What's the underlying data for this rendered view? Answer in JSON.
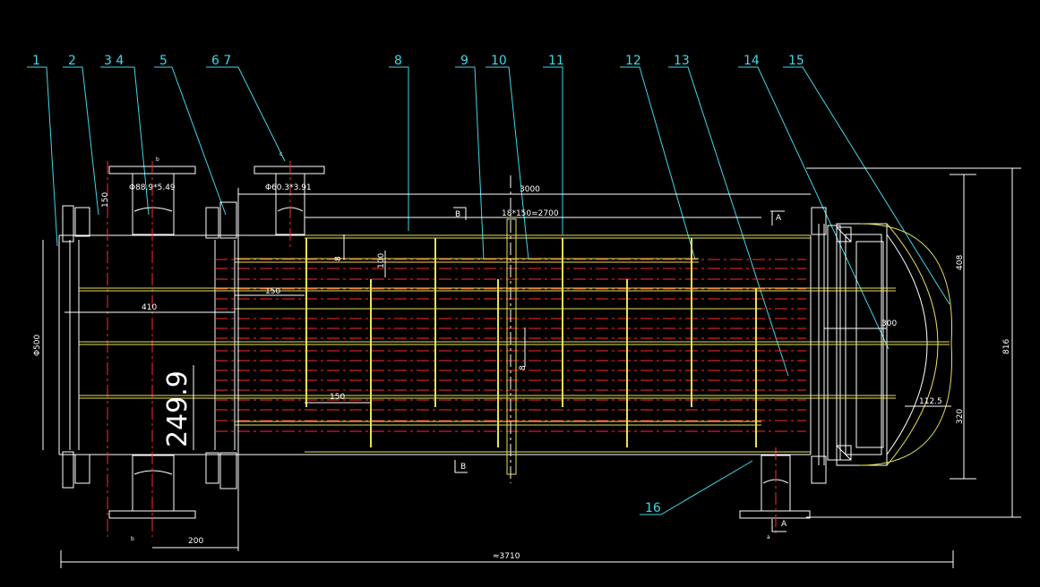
{
  "colors": {
    "background": "#000000",
    "shell": "#ffffff",
    "leader": "#3fd7e6",
    "tube": "#e8e05a",
    "centerline": "#ff2a2a",
    "dimension": "#ffffff"
  },
  "part_numbers": [
    "1",
    "2",
    "3 4",
    "5",
    "6 7",
    "8",
    "9",
    "10",
    "11",
    "12",
    "13",
    "14",
    "15",
    "16"
  ],
  "dimensions": {
    "nozzle_left": "Φ88.9*5.49",
    "nozzle_top": "Φ60.3*3.91",
    "length_3000": "3000",
    "baffle_pitch": "18*150=2700",
    "d150_top": "150",
    "d100": "100",
    "d8_a": "8",
    "d150_left": "150",
    "d410": "410",
    "phi500": "Φ500",
    "d8_b": "8",
    "d150_low": "150",
    "d200": "200",
    "total": "≈3710",
    "d408": "408",
    "d300": "300",
    "d112": "112.5",
    "d320": "320",
    "d816": "816",
    "big": "249.9"
  },
  "section_marks": {
    "b_top": "B",
    "a_top": "A",
    "b_bottom": "B",
    "a_bottom": "A"
  },
  "nozzle_marks": {
    "n_b": "b",
    "n_c": "c",
    "n_b2": "b",
    "n_a": "a"
  }
}
